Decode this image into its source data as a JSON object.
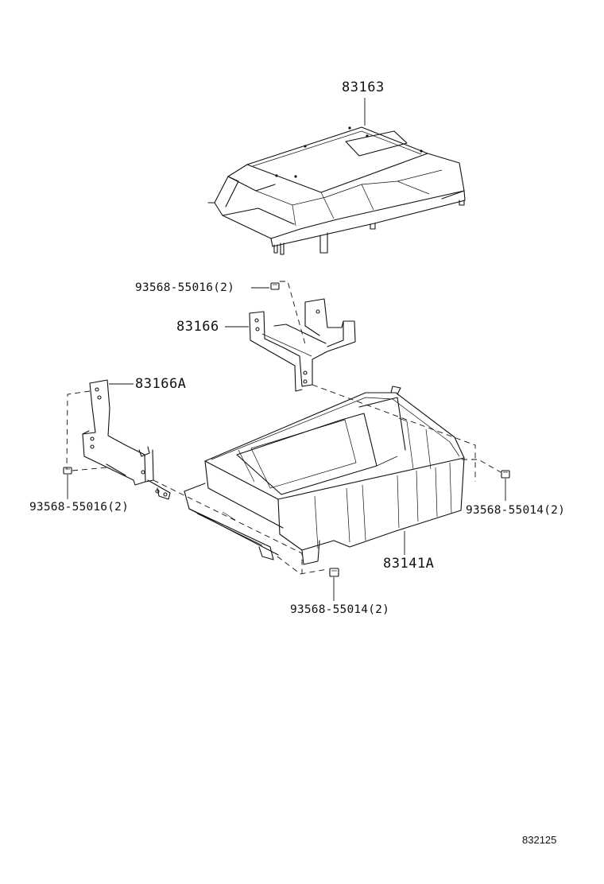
{
  "labels": {
    "cover": "83163",
    "bolt_top": "93568-55016(2)",
    "bracket_right": "83166",
    "bracket_left": "83166A",
    "bolt_left": "93568-55016(2)",
    "bolt_right": "93568-55014(2)",
    "tray": "83141A",
    "bolt_bottom": "93568-55014(2)"
  },
  "ref_number": "832125"
}
